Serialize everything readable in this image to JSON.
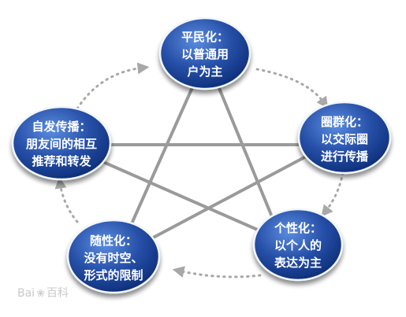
{
  "nodes": [
    {
      "id": "top",
      "lines": [
        "平民化：",
        "以普通用",
        "户为主"
      ]
    },
    {
      "id": "right",
      "lines": [
        "圈群化：",
        "以交际圈",
        "进行传播"
      ]
    },
    {
      "id": "bottom_right",
      "lines": [
        "个性化：",
        "以个人的",
        "表达为主"
      ]
    },
    {
      "id": "bottom_left",
      "lines": [
        "随性化：",
        "没有时空、",
        "形式的限制"
      ]
    },
    {
      "id": "left",
      "lines": [
        "自发传播：",
        "朋友间的相互",
        "推荐和转发"
      ]
    }
  ],
  "watermark": {
    "left": "Bai",
    "right": "百科"
  },
  "colors": {
    "node_fill_light": "#3f6fcf",
    "node_fill_dark": "#0d2f7a",
    "node_stroke": "#f2f5fb",
    "star_line": "#9a9a9a",
    "cycle_arrow": "#a8a8a8",
    "label": "#ffffff"
  }
}
